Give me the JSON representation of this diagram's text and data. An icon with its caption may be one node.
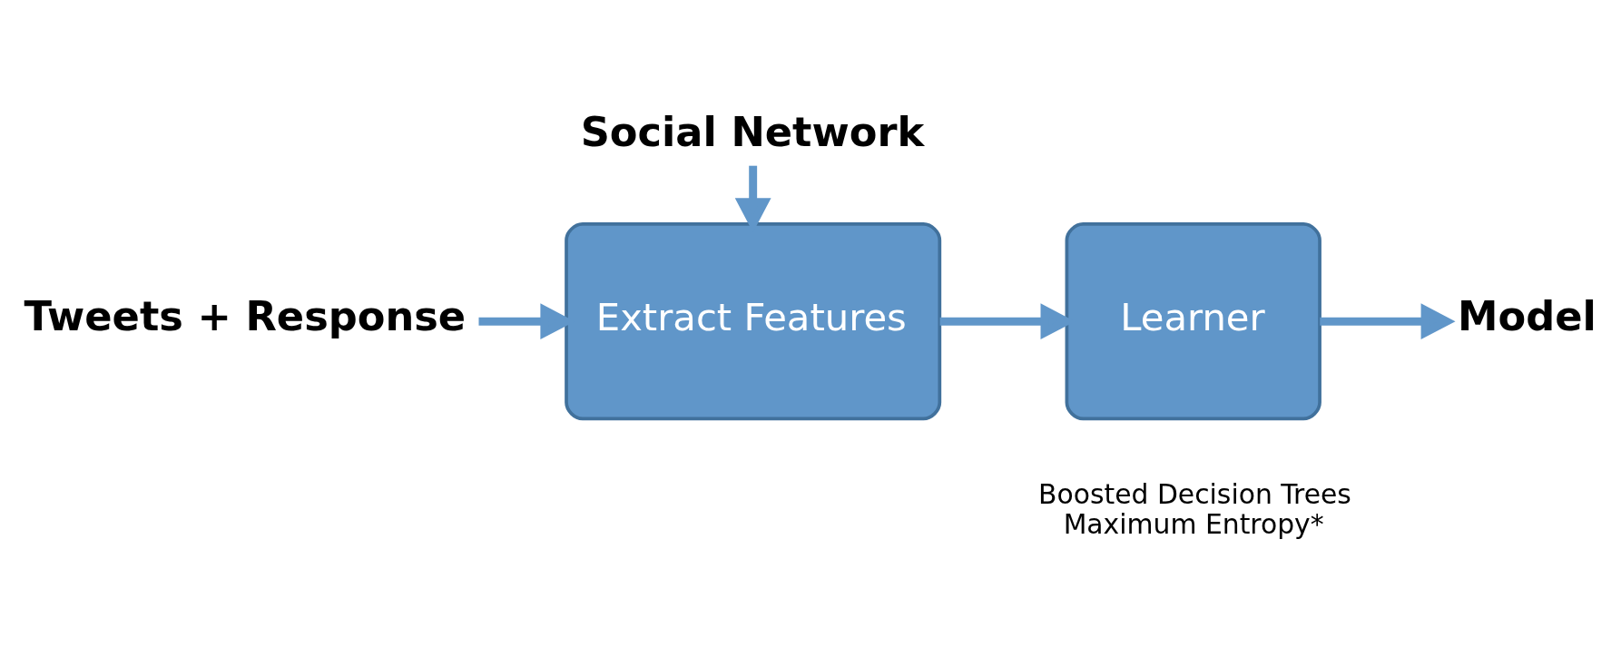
{
  "diagram": {
    "nodes": [
      {
        "text": [
          "Social Network"
        ]
      },
      {
        "text": [
          "Tweets + Response"
        ]
      },
      {
        "text": [
          "Extract Features"
        ]
      },
      {
        "text": [
          "Learner"
        ],
        "beside": [
          "Boosted Decision Trees",
          "Maximum Entropy*"
        ]
      },
      {
        "text": [
          "Model"
        ]
      }
    ],
    "edges": [
      {
        "from": 0,
        "to": 2,
        "arrow": "to"
      },
      {
        "from": 1,
        "to": 2,
        "arrow": "to"
      },
      {
        "from": 2,
        "to": 3,
        "arrow": "to"
      },
      {
        "from": 3,
        "to": 4,
        "arrow": "to"
      }
    ]
  }
}
